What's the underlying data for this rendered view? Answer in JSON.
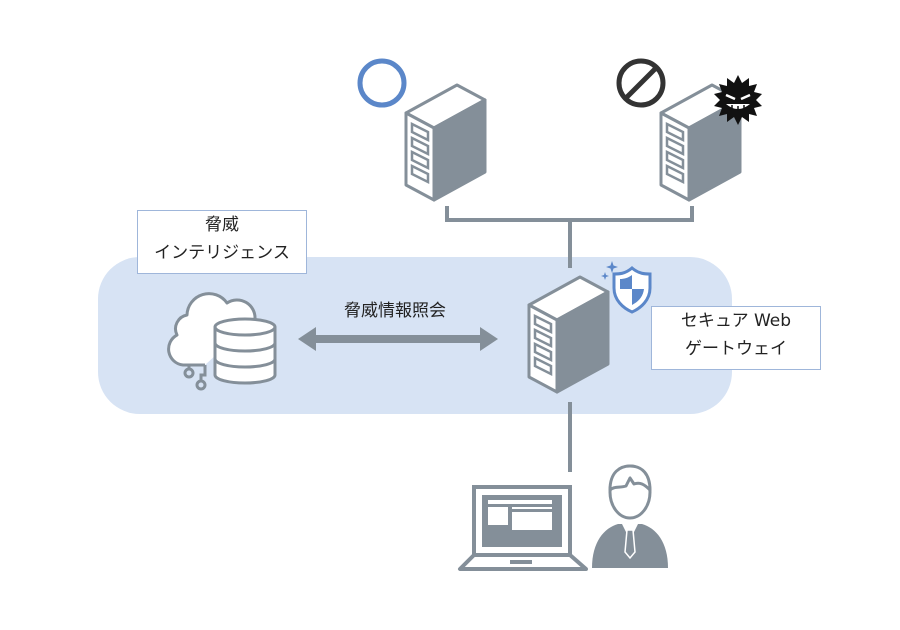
{
  "diagram": {
    "threat_intel_label": {
      "line1": "脅威",
      "line2": "インテリジェンス"
    },
    "gateway_label": {
      "line1": "セキュア Web",
      "line2": "ゲートウェイ"
    },
    "arrow_label": "脅威情報照会",
    "servers": [
      {
        "name": "allowed-server",
        "status": "allowed",
        "status_icon": "circle-ok-icon"
      },
      {
        "name": "malicious-server",
        "status": "blocked",
        "status_icon": "prohibited-icon",
        "badge_icon": "malware-icon"
      }
    ],
    "gateway_icon": "shield-icon",
    "colors": {
      "zone_fill": "#d7e3f4",
      "icon_gray": "#848f99",
      "accent_blue": "#5b87c9",
      "box_border": "#9fb6da",
      "block_dark": "#333333"
    }
  }
}
